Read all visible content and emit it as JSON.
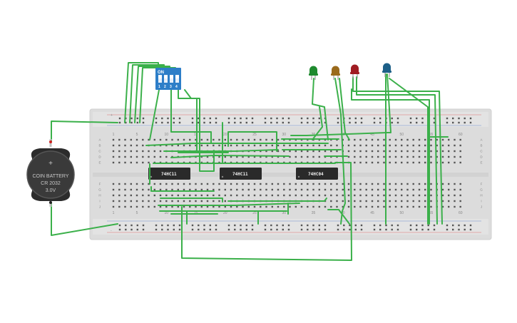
{
  "battery": {
    "line1": "COIN BATTERY",
    "line2": "CR 2032",
    "line3": "3.0V"
  },
  "dip_switch": {
    "on_label": "ON",
    "positions": [
      "1",
      "2",
      "3",
      "4"
    ]
  },
  "chips": [
    {
      "label": "74HC11"
    },
    {
      "label": "74HC11"
    },
    {
      "label": "74HC04"
    }
  ],
  "leds": [
    {
      "color_name": "green",
      "color": "#1e8a2e"
    },
    {
      "color_name": "yellow",
      "color": "#9a6a1c"
    },
    {
      "color_name": "red",
      "color": "#a01c22"
    },
    {
      "color_name": "blue",
      "color": "#1d6088"
    }
  ],
  "breadboard": {
    "column_numbers": [
      "1",
      "5",
      "10",
      "15",
      "20",
      "25",
      "30",
      "35",
      "40",
      "45",
      "50",
      "55",
      "60"
    ],
    "rows_top": [
      "A",
      "B",
      "C",
      "D",
      "E"
    ],
    "rows_bottom": [
      "F",
      "G",
      "H",
      "I",
      "J"
    ],
    "plus_sign": "+",
    "minus_sign": "-"
  },
  "colors": {
    "board": "#dcdcdc",
    "wire": "#3bb04a",
    "chip": "#2a2a2a",
    "dip": "#2d7ec8",
    "battery_body": "#3a3a3a"
  }
}
